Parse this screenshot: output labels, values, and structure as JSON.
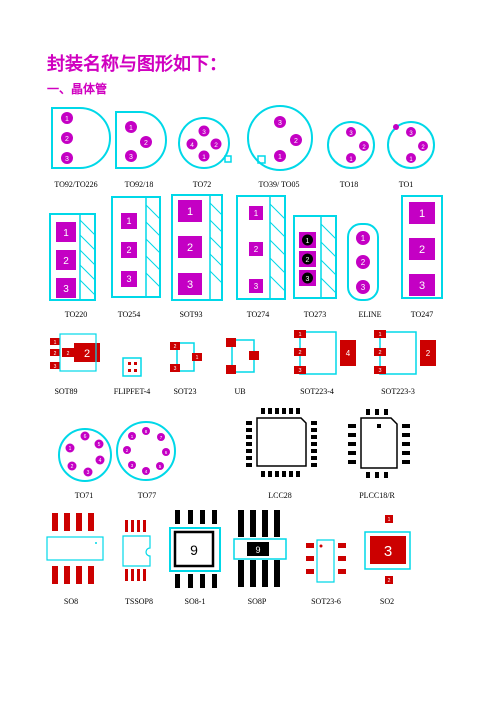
{
  "heading": "封装名称与图形如下：",
  "section_title": "一、晶体管",
  "colors": {
    "outline": "#00d8e8",
    "pad_magenta": "#c400c4",
    "pad_red": "#cc0000",
    "text": "#000000"
  },
  "rows": [
    [
      "TO92/TO226",
      "TO92/18",
      "TO72",
      "TO39/ TO05",
      "TO18",
      "TO1"
    ],
    [
      "TO220",
      "TO254",
      "SOT93",
      "TO274",
      "TO273",
      "ELINE",
      "TO247"
    ],
    [
      "SOT89",
      "FLIPFET-4",
      "SOT23",
      "UB",
      "SOT223-4",
      "SOT223-3"
    ],
    [
      "TO71",
      "TO77",
      "LCC28",
      "PLCC18/R"
    ],
    [
      "SO8",
      "TSSOP8",
      "SO8-1",
      "SO8P",
      "SOT23-6",
      "SO2"
    ]
  ],
  "pin_numbers": {
    "p1": "1",
    "p2": "2",
    "p3": "3",
    "p4": "4",
    "p5": "5",
    "p6": "6",
    "p7": "7",
    "p8": "8",
    "p9": "9"
  }
}
